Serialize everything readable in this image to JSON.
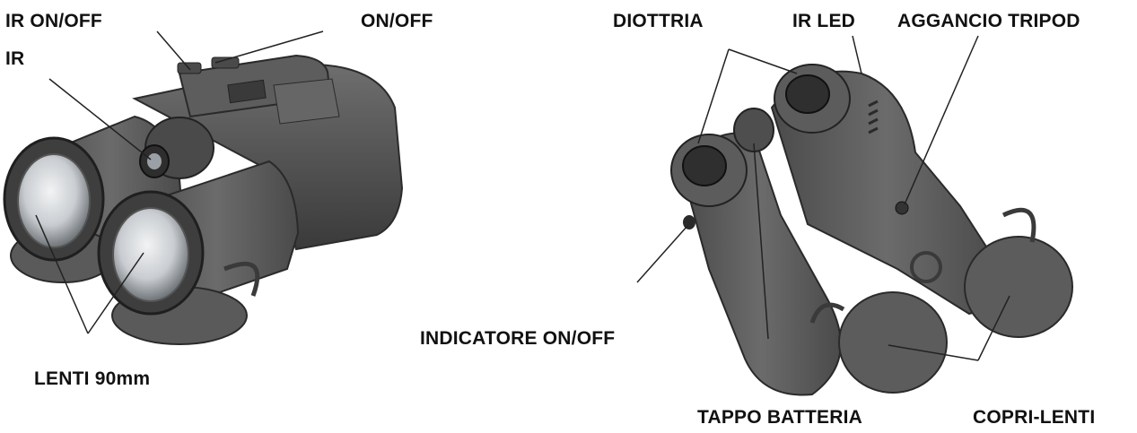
{
  "labels": {
    "ir_on_off": "IR ON/OFF",
    "on_off": "ON/OFF",
    "ir": "IR",
    "lenti": "LENTI 90mm",
    "diottria": "DIOTTRIA",
    "ir_led": "IR LED",
    "aggancio_tripod": "AGGANCIO TRIPOD",
    "indicatore_on_off": "INDICATORE ON/OFF",
    "tappo_batteria": "TAPPO BATTERIA",
    "copri_lenti": "COPRI-LENTI"
  },
  "colors": {
    "body_dark": "#3f3f3f",
    "body_mid": "#5a5a5a",
    "body_light": "#7a7a7a",
    "lens_glass": "#d9dcdf",
    "leader": "#222222",
    "text": "#111111"
  }
}
